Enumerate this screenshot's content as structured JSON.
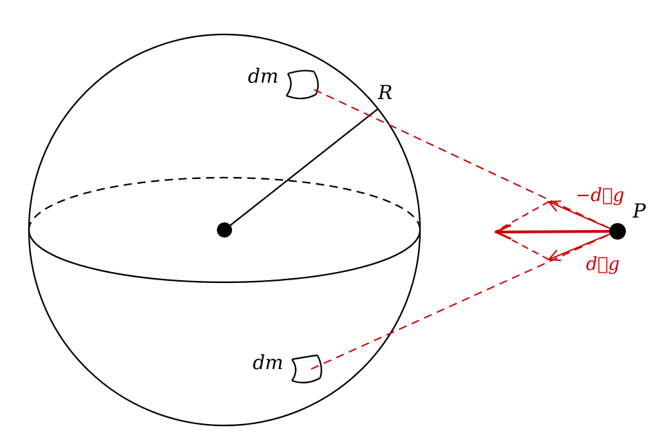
{
  "labels": {
    "mass_element_top": "dm",
    "mass_element_bottom": "dm",
    "radius": "R",
    "point": "P",
    "field_top": "−d⃗g",
    "field_bottom": "d⃗g"
  },
  "colors": {
    "line": "#000000",
    "accent": "#cc0000",
    "background": "#ffffff"
  }
}
